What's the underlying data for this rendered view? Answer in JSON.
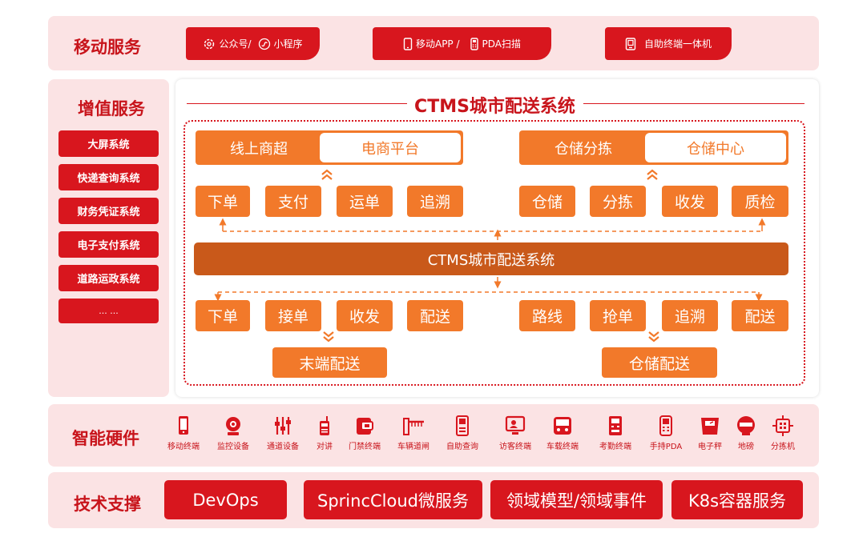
{
  "mobile": {
    "title": "移动服务",
    "tab1": {
      "part1": "公众号/",
      "part2": "小程序"
    },
    "tab2": {
      "part1": "移动APP /",
      "part2": "PDA扫描"
    },
    "tab3": {
      "label": "自助终端一体机"
    }
  },
  "value_added": {
    "title": "增值服务",
    "items": [
      "大屏系统",
      "快递查询系统",
      "财务凭证系统",
      "电子支付系统",
      "道路运政系统",
      "... ..."
    ]
  },
  "ctms": {
    "title": "CTMS城市配送系统",
    "left_top": {
      "a": "线上商超",
      "b": "电商平台"
    },
    "right_top": {
      "a": "仓储分拣",
      "b": "仓储中心"
    },
    "row1": [
      "下单",
      "支付",
      "运单",
      "追溯",
      "仓储",
      "分拣",
      "收发",
      "质检"
    ],
    "core": "CTMS城市配送系统",
    "row2": [
      "下单",
      "接单",
      "收发",
      "配送",
      "路线",
      "抢单",
      "追溯",
      "配送"
    ],
    "bottom_left": "末端配送",
    "bottom_right": "仓储配送"
  },
  "hardware": {
    "title": "智能硬件",
    "items": [
      {
        "label": "移动终端",
        "icon": "mobile-terminal-icon"
      },
      {
        "label": "监控设备",
        "icon": "camera-icon"
      },
      {
        "label": "通道设备",
        "icon": "channel-gate-icon"
      },
      {
        "label": "对讲",
        "icon": "walkie-talkie-icon"
      },
      {
        "label": "门禁终端",
        "icon": "access-control-icon"
      },
      {
        "label": "车辆道闸",
        "icon": "barrier-gate-icon"
      },
      {
        "label": "自助查询",
        "icon": "kiosk-icon"
      },
      {
        "label": "访客终端",
        "icon": "visitor-terminal-icon"
      },
      {
        "label": "车载终端",
        "icon": "vehicle-terminal-icon"
      },
      {
        "label": "考勤终端",
        "icon": "attendance-icon"
      },
      {
        "label": "手持PDA",
        "icon": "pda-icon"
      },
      {
        "label": "电子秤",
        "icon": "scale-icon"
      },
      {
        "label": "地磅",
        "icon": "weighbridge-icon"
      },
      {
        "label": "分拣机",
        "icon": "sorter-icon"
      }
    ]
  },
  "tech": {
    "title": "技术支撑",
    "items": [
      "DevOps",
      "SprincCloud微服务",
      "领域模型/领域事件",
      "K8s容器服务"
    ]
  },
  "colors": {
    "red": "#d8161e",
    "orange": "#f2792a",
    "dark_orange": "#c9591a",
    "band_bg": "#fbe3e4"
  }
}
